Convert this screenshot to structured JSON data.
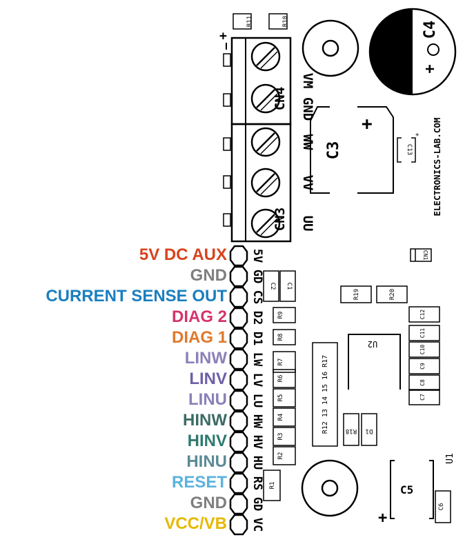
{
  "pin_labels": [
    {
      "text": "5V DC AUX",
      "color": "#d9421c",
      "silk": "5V"
    },
    {
      "text": "GND",
      "color": "#7f7f7f",
      "silk": "GD"
    },
    {
      "text": "CURRENT SENSE OUT",
      "color": "#1a7fbf",
      "silk": "CS"
    },
    {
      "text": "DIAG 2",
      "color": "#d6336c",
      "silk": "D2"
    },
    {
      "text": "DIAG 1",
      "color": "#e0782a",
      "silk": "D1"
    },
    {
      "text": "LINW",
      "color": "#8d80b8",
      "silk": "LW"
    },
    {
      "text": "LINV",
      "color": "#6e5fa6",
      "silk": "LV"
    },
    {
      "text": "LINU",
      "color": "#8a80b8",
      "silk": "LU"
    },
    {
      "text": "HINW",
      "color": "#3d6b66",
      "silk": "HW"
    },
    {
      "text": "HINV",
      "color": "#2e7a70",
      "silk": "HV"
    },
    {
      "text": "HINU",
      "color": "#5b8a94",
      "silk": "HU"
    },
    {
      "text": "RESET",
      "color": "#5bb3dd",
      "silk": "RS"
    },
    {
      "text": "GND",
      "color": "#7f7f7f",
      "silk": "GD"
    },
    {
      "text": "VCC/VB",
      "color": "#e6b800",
      "silk": "VC"
    }
  ],
  "silk": {
    "cn4": "CN4",
    "cn3": "CN3",
    "c3": "C3",
    "c4": "C4",
    "c5": "C5",
    "u2": "U2",
    "u1": "U1",
    "website": "ELECTRONICS-LAB.COM",
    "term_vm": "VM",
    "term_gnd": "GND",
    "term_ww": "WW",
    "term_vv": "VV",
    "term_uu": "UU",
    "plus": "+",
    "r11": "R11",
    "r10": "R10",
    "c13": "C13",
    "cn1": "CN1",
    "c2": "C2",
    "c1": "C1",
    "r9": "R9",
    "r8": "R8",
    "r7": "R7",
    "r6": "R6",
    "r5": "R5",
    "r4": "R4",
    "r3": "R3",
    "r2": "R2",
    "r1": "R1",
    "r19": "R19",
    "r20": "R20",
    "r18": "R18",
    "d1": "D1",
    "c6": "C6",
    "c12": "C12",
    "c11": "C11",
    "c10": "C10",
    "c9": "C9",
    "c8": "C8",
    "c7": "C7",
    "r_array": "R12 13  14  15  16 R17"
  }
}
